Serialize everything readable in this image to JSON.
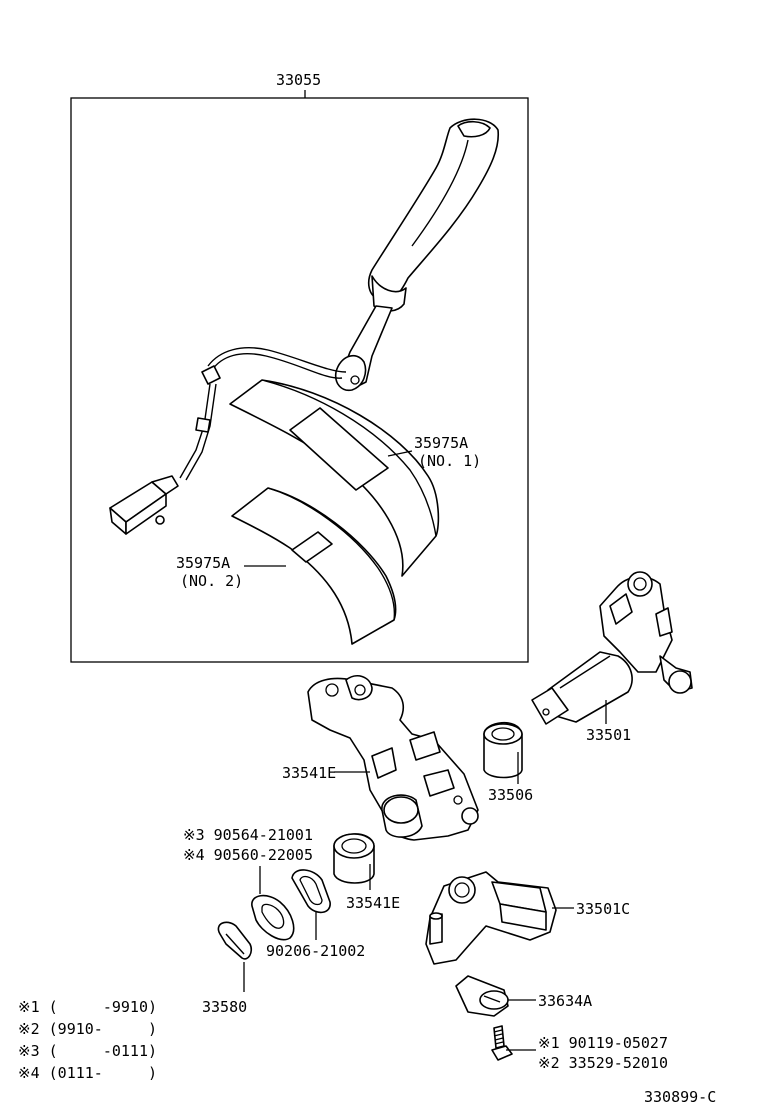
{
  "diagram": {
    "assembly_number": "33055",
    "figure_code": "330899-C",
    "callouts": [
      {
        "id": "label-35975a-no1",
        "part": "35975A",
        "sub": "(NO. 1)"
      },
      {
        "id": "label-35975a-no2",
        "part": "35975A",
        "sub": "(NO. 2)"
      },
      {
        "id": "label-33501",
        "part": "33501"
      },
      {
        "id": "label-33506",
        "part": "33506"
      },
      {
        "id": "label-33541e-a",
        "part": "33541E"
      },
      {
        "id": "label-33541e-b",
        "part": "33541E"
      },
      {
        "id": "label-90564",
        "part": "※3 90564-21001"
      },
      {
        "id": "label-90560",
        "part": "※4 90560-22005"
      },
      {
        "id": "label-90206",
        "part": "90206-21002"
      },
      {
        "id": "label-33580",
        "part": "33580"
      },
      {
        "id": "label-33501c",
        "part": "33501C"
      },
      {
        "id": "label-33634a",
        "part": "33634A"
      },
      {
        "id": "label-90119",
        "part": "※1 90119-05027"
      },
      {
        "id": "label-33529",
        "part": "※2 33529-52010"
      }
    ],
    "notes": [
      "※1 (     -9910)",
      "※2 (9910-     )",
      "※3 (     -0111)",
      "※4 (0111-     )"
    ]
  }
}
